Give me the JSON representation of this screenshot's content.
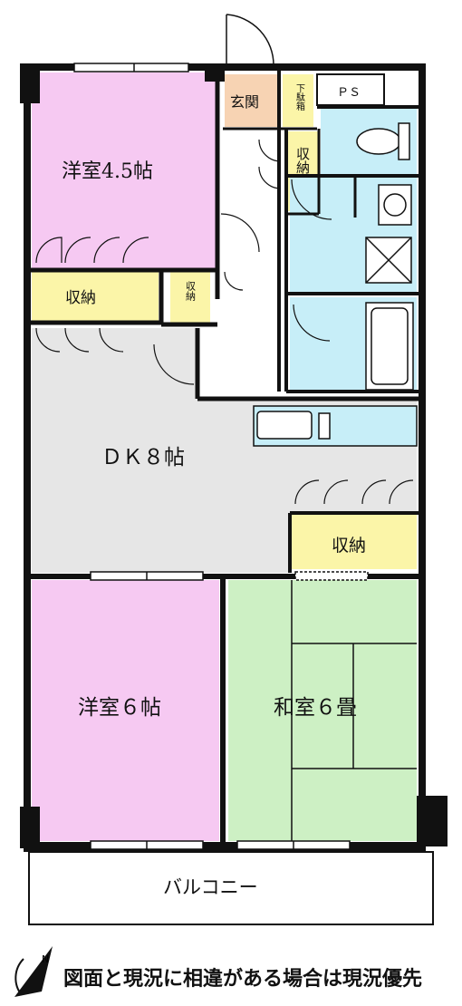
{
  "rooms": {
    "western_45": "洋室4.5帖",
    "entrance": "玄関",
    "shoe_box": "下駄箱",
    "ps": "ＰＳ",
    "storage_hall": "収納",
    "storage_left": "収納",
    "storage_small": "収納",
    "dk": "ＤＫ８帖",
    "storage_dk": "収納",
    "western_6": "洋室６帖",
    "japanese_6": "和室６畳",
    "balcony": "バルコニー"
  },
  "notice": "図面と現況に相違がある場合は現況優先",
  "colors": {
    "western": "#f6c9f2",
    "entrance": "#f7d3b3",
    "storage": "#fbf5a8",
    "water": "#c7eef8",
    "dk": "#e6e6e6",
    "japanese": "#cdf0c4",
    "wall": "#111111",
    "background": "#ffffff"
  },
  "icons": [
    "north-compass-icon",
    "toilet-icon",
    "washbasin-icon",
    "washer-pan-icon",
    "bathtub-icon",
    "kitchen-sink-icon"
  ]
}
